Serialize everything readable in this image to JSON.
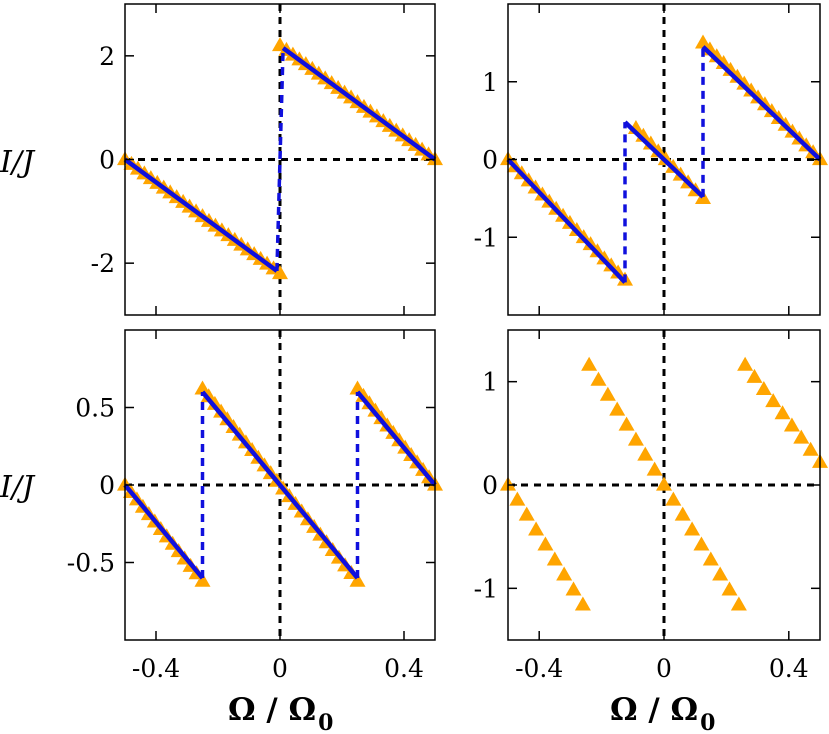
{
  "colors": {
    "markers": "#FFA500",
    "line": "#1010DD",
    "zero_lines": "#000000"
  },
  "labels": {
    "ylabel_top": "I/J",
    "ylabel_bottom": "I/J",
    "xlabel_left_main": "Ω / Ω",
    "xlabel_left_sub": "0",
    "xlabel_right_main": "Ω / Ω",
    "xlabel_right_sub": "0"
  },
  "chart_data": [
    {
      "type": "line",
      "panel": "top-left",
      "xlim": [
        -0.5,
        0.5
      ],
      "ylim": [
        -3,
        3
      ],
      "yticks": [
        -2,
        0,
        2
      ],
      "ytick_labels": [
        "-2",
        "0",
        "2"
      ],
      "xticks": [
        -0.4,
        0,
        0.4
      ],
      "xtick_labels": [],
      "grid": false,
      "series": [
        {
          "kind": "markers",
          "marker": "triangle",
          "segments": [
            {
              "x": [
                -0.5,
                0.0
              ],
              "y": [
                0.0,
                -2.2
              ],
              "n": 25
            },
            {
              "x": [
                0.0,
                0.5
              ],
              "y": [
                2.2,
                0.0
              ],
              "n": 25
            }
          ]
        },
        {
          "kind": "line",
          "segments": [
            {
              "x": [
                -0.5,
                -0.01
              ],
              "y": [
                0.0,
                -2.15
              ]
            },
            {
              "x": [
                0.01,
                0.5
              ],
              "y": [
                2.15,
                0.0
              ]
            }
          ],
          "jumps": [
            {
              "x": [
                -0.01,
                0.01
              ],
              "y": [
                -2.15,
                2.15
              ]
            }
          ]
        }
      ]
    },
    {
      "type": "line",
      "panel": "top-right",
      "xlim": [
        -0.5,
        0.5
      ],
      "ylim": [
        -2,
        2
      ],
      "yticks": [
        -1,
        0,
        1
      ],
      "ytick_labels": [
        "-1",
        "0",
        "1"
      ],
      "xticks": [
        -0.4,
        0,
        0.4
      ],
      "xtick_labels": [],
      "grid": false,
      "series": [
        {
          "kind": "markers",
          "marker": "triangle",
          "segments": [
            {
              "x": [
                -0.5,
                -0.125
              ],
              "y": [
                0.0,
                -1.55
              ],
              "n": 18
            },
            {
              "x": [
                -0.09,
                0.125
              ],
              "y": [
                0.4,
                -0.5
              ],
              "n": 10
            },
            {
              "x": [
                0.125,
                0.5
              ],
              "y": [
                1.5,
                0.0
              ],
              "n": 18
            }
          ]
        },
        {
          "kind": "line",
          "segments": [
            {
              "x": [
                -0.5,
                -0.125
              ],
              "y": [
                0.0,
                -1.58
              ]
            },
            {
              "x": [
                -0.125,
                0.125
              ],
              "y": [
                0.48,
                -0.48
              ]
            },
            {
              "x": [
                0.125,
                0.5
              ],
              "y": [
                1.45,
                0.0
              ]
            }
          ],
          "jumps": [
            {
              "x": [
                -0.125,
                -0.125
              ],
              "y": [
                -1.58,
                0.48
              ]
            },
            {
              "x": [
                0.125,
                0.125
              ],
              "y": [
                -0.48,
                1.45
              ]
            }
          ]
        }
      ]
    },
    {
      "type": "line",
      "panel": "bottom-left",
      "xlim": [
        -0.5,
        0.5
      ],
      "ylim": [
        -1,
        1
      ],
      "yticks": [
        -0.5,
        0,
        0.5
      ],
      "ytick_labels": [
        "-0.5",
        "0",
        "0.5"
      ],
      "xticks": [
        -0.4,
        0,
        0.4
      ],
      "xtick_labels": [
        "-0.4",
        "0",
        "0.4"
      ],
      "grid": false,
      "series": [
        {
          "kind": "markers",
          "marker": "triangle",
          "segments": [
            {
              "x": [
                -0.5,
                -0.25
              ],
              "y": [
                0.0,
                -0.62
              ],
              "n": 14
            },
            {
              "x": [
                -0.25,
                0.25
              ],
              "y": [
                0.62,
                -0.62
              ],
              "n": 26
            },
            {
              "x": [
                0.25,
                0.5
              ],
              "y": [
                0.62,
                0.0
              ],
              "n": 14
            }
          ]
        },
        {
          "kind": "line",
          "segments": [
            {
              "x": [
                -0.5,
                -0.25
              ],
              "y": [
                0.0,
                -0.6
              ]
            },
            {
              "x": [
                -0.25,
                0.25
              ],
              "y": [
                0.6,
                -0.6
              ]
            },
            {
              "x": [
                0.25,
                0.5
              ],
              "y": [
                0.6,
                0.0
              ]
            }
          ],
          "jumps": [
            {
              "x": [
                -0.25,
                -0.25
              ],
              "y": [
                -0.6,
                0.6
              ]
            },
            {
              "x": [
                0.25,
                0.25
              ],
              "y": [
                -0.6,
                0.6
              ]
            }
          ]
        }
      ]
    },
    {
      "type": "scatter",
      "panel": "bottom-right",
      "xlim": [
        -0.5,
        0.5
      ],
      "ylim": [
        -1.5,
        1.5
      ],
      "yticks": [
        -1,
        0,
        1
      ],
      "ytick_labels": [
        "-1",
        "0",
        "1"
      ],
      "xticks": [
        -0.4,
        0,
        0.4
      ],
      "xtick_labels": [
        "-0.4",
        "0",
        "0.4"
      ],
      "grid": false,
      "series": [
        {
          "kind": "markers",
          "marker": "triangle",
          "segments": [
            {
              "x": [
                -0.5,
                -0.26
              ],
              "y": [
                0.0,
                -1.16
              ],
              "n": 9
            },
            {
              "x": [
                -0.24,
                0.24
              ],
              "y": [
                1.16,
                -1.16
              ],
              "n": 17
            },
            {
              "x": [
                0.26,
                0.5
              ],
              "y": [
                1.16,
                0.22
              ],
              "n": 9
            }
          ]
        }
      ]
    }
  ]
}
